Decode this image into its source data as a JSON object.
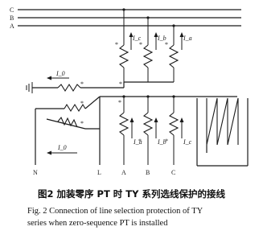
{
  "diagram": {
    "phase_labels": [
      "C",
      "B",
      "A"
    ],
    "bottom_labels": [
      "N",
      "L",
      "A",
      "B",
      "C"
    ],
    "top_current_labels": [
      "I_c",
      "I_b",
      "I_a"
    ],
    "zero_sequence_label": "I_0",
    "bottom_current_labels": [
      "I_a",
      "I_b",
      "I_c"
    ],
    "left_current_label": "I_0"
  },
  "caption": {
    "cn": "图2  加装零序 PT 时 TY 系列选线保护的接线",
    "en_line1": "Fig. 2   Connection of line selection protection of TY",
    "en_line2": "series when zero-sequence PT is installed"
  }
}
